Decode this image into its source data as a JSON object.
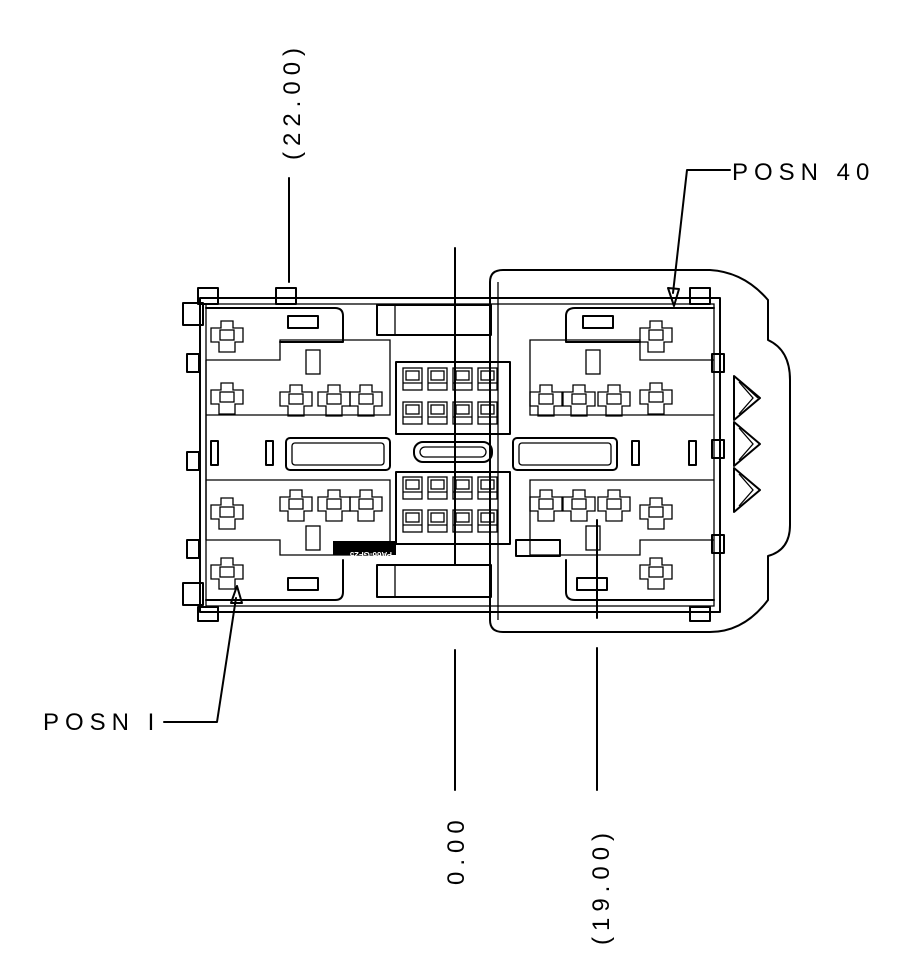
{
  "dimensions": {
    "left": "(22.00)",
    "center": "0.00",
    "right": "(19.00)"
  },
  "callouts": {
    "posn_top": "POSN 40",
    "posn_bottom": "POSN I"
  },
  "part_marking": "PA66-GF25"
}
